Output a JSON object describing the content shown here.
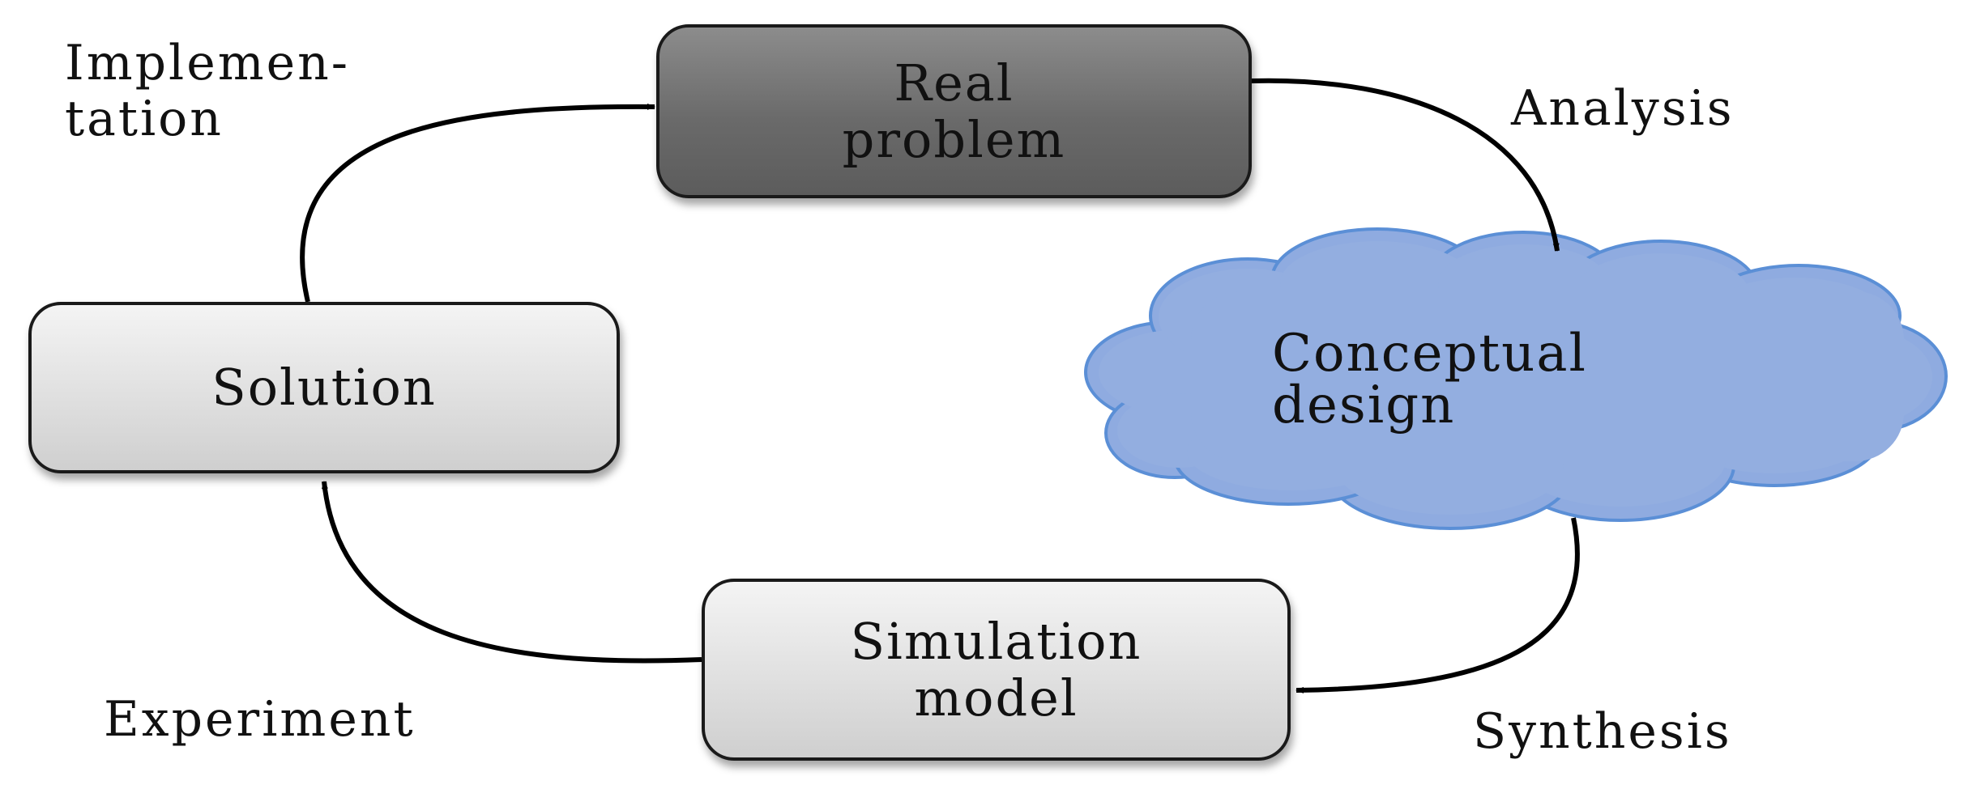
{
  "nodes": {
    "real_problem": {
      "line1": "Real",
      "line2": "problem"
    },
    "conceptual_design": {
      "line1": "Conceptual",
      "line2": "design"
    },
    "simulation_model": {
      "line1": "Simulation",
      "line2": "model"
    },
    "solution": {
      "label": "Solution"
    }
  },
  "edges": {
    "analysis": "Analysis",
    "synthesis": "Synthesis",
    "experiment": "Experiment",
    "implementation": {
      "line1": "Implemen-",
      "line2": "tation"
    }
  },
  "colors": {
    "real_problem_fill": "#6f6f6f",
    "box_fill": "#e2e2e2",
    "cloud_fill": "#93aee0",
    "cloud_stroke": "#5b8fd6",
    "arrow": "#000000"
  }
}
